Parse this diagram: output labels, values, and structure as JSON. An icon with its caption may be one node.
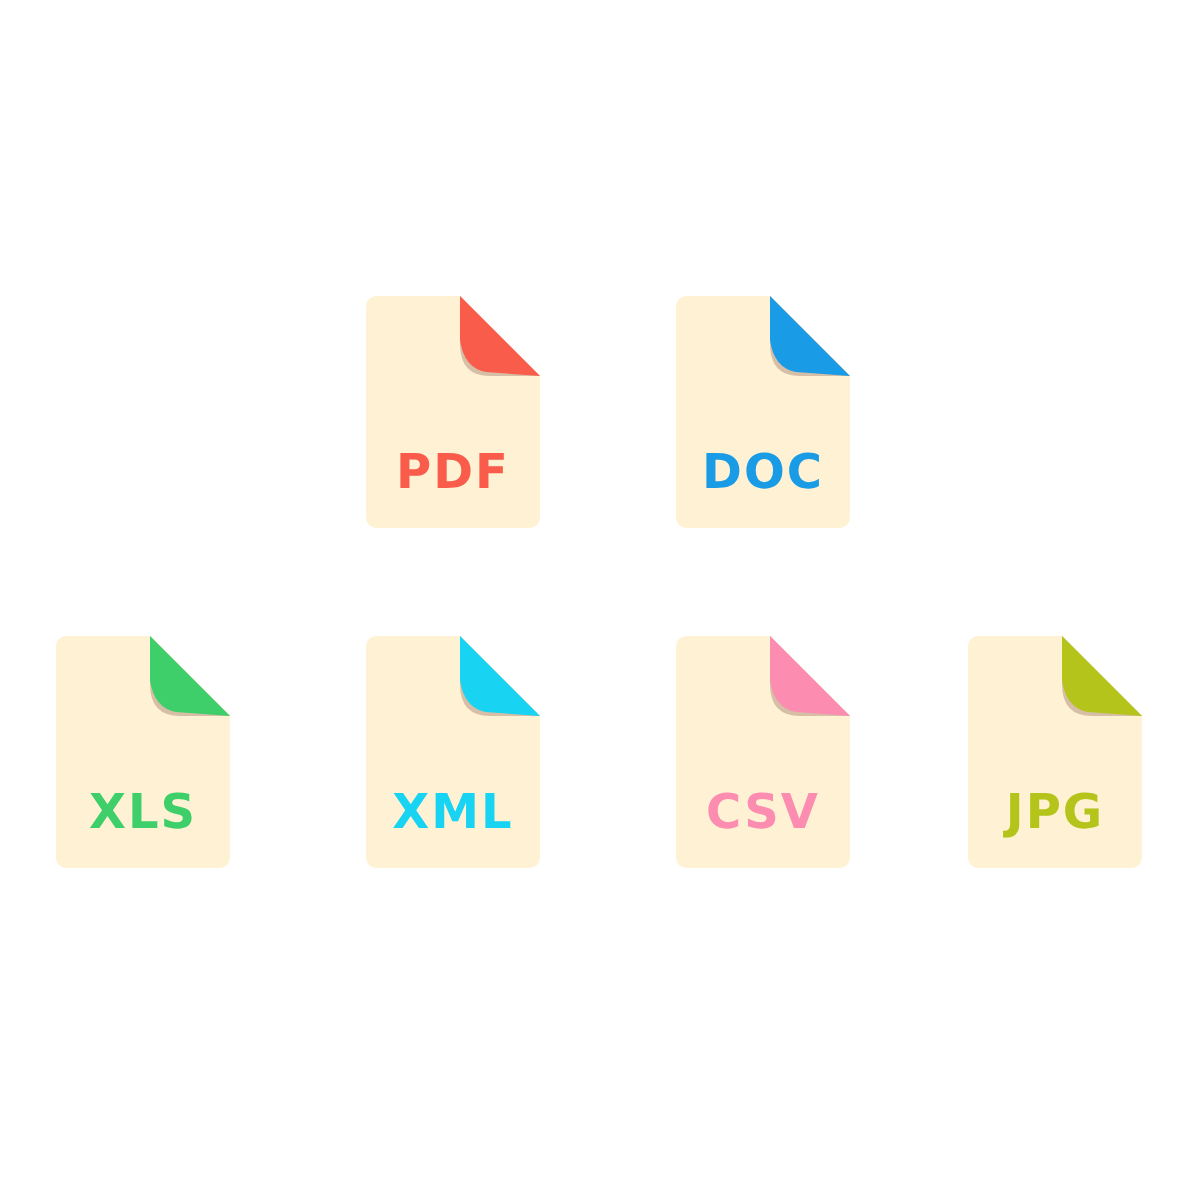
{
  "diagram": {
    "nodes": [
      {
        "text": [
          "PDF"
        ]
      },
      {
        "text": [
          "DOC"
        ]
      },
      {
        "text": [
          "XLS"
        ]
      },
      {
        "text": [
          "XML"
        ]
      },
      {
        "text": [
          "CSV"
        ]
      },
      {
        "text": [
          "JPG"
        ]
      }
    ]
  }
}
